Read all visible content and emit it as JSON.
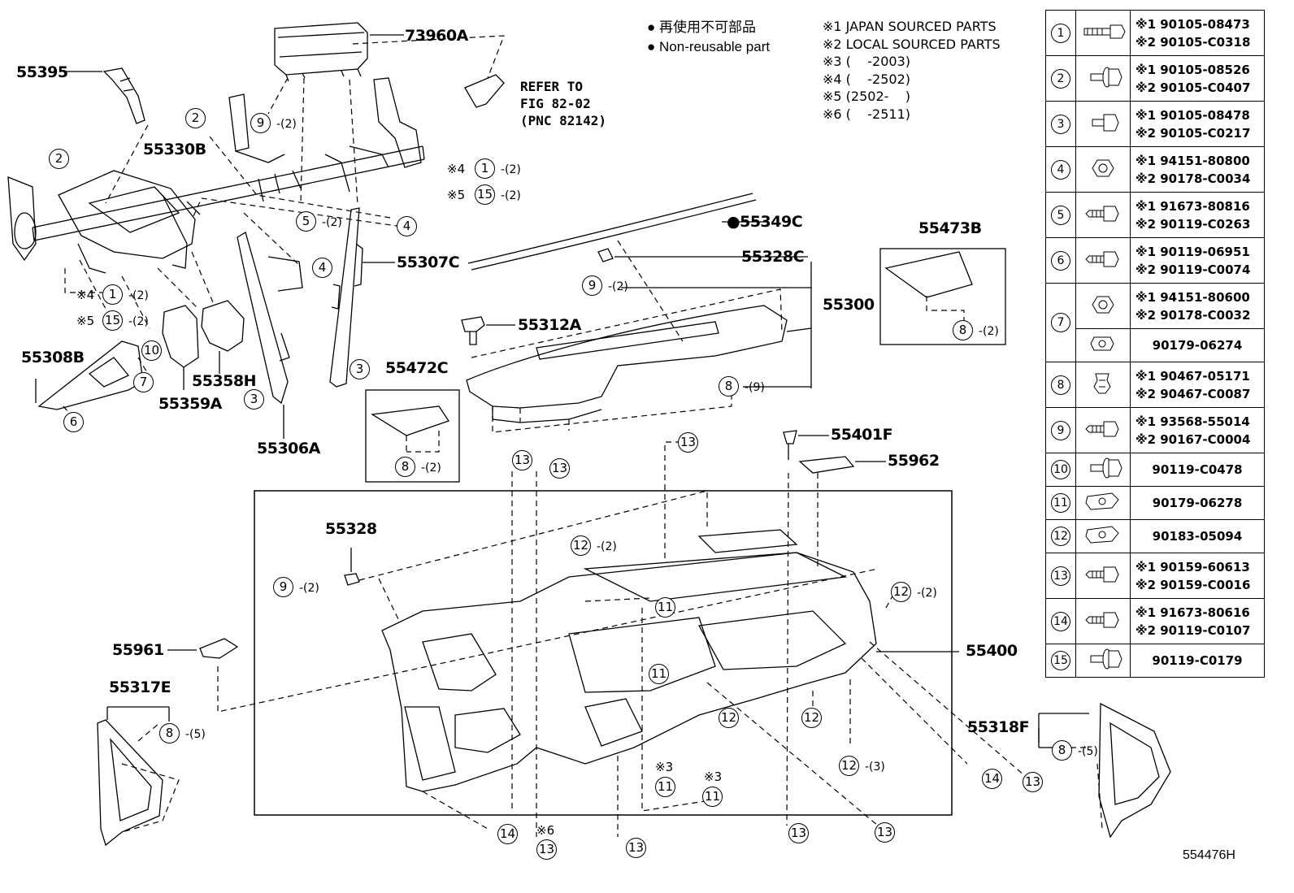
{
  "legend": {
    "non_reusable_jp": "再使用不可部品",
    "non_reusable_en": "Non-reusable part"
  },
  "source_notes": [
    "※1 JAPAN SOURCED PARTS",
    "※2 LOCAL SOURCED PARTS",
    "※3 (    -2003)",
    "※4 (    -2502)",
    "※5 (2502-    )",
    "※6 (    -2511)"
  ],
  "refer_note": {
    "line1": "REFER TO",
    "line2": "FIG 82-02",
    "line3": "(PNC 82142)"
  },
  "figure_id": "554476H",
  "part_labels": {
    "p73960A": "73960A",
    "p55395": "55395",
    "p55330B": "55330B",
    "p55349C": "55349C",
    "p55328C": "55328C",
    "p55307C": "55307C",
    "p55300": "55300",
    "p55473B": "55473B",
    "p55312A": "55312A",
    "p55472C": "55472C",
    "p55308B": "55308B",
    "p55358H": "55358H",
    "p55359A": "55359A",
    "p55306A": "55306A",
    "p55401F": "55401F",
    "p55962": "55962",
    "p55328": "55328",
    "p55400": "55400",
    "p55961": "55961",
    "p55317E": "55317E",
    "p55318F": "55318F"
  },
  "callout_values": {
    "n1": "1",
    "n2": "2",
    "n3": "3",
    "n4": "4",
    "n5": "5",
    "n6": "6",
    "n7": "7",
    "n8": "8",
    "n9": "9",
    "n10": "10",
    "n11": "11",
    "n12": "12",
    "n13": "13",
    "n14": "14",
    "n15": "15"
  },
  "qty": {
    "q2": "-(2)",
    "q3": "-(3)",
    "q5": "-(5)",
    "q9": "-(9)"
  },
  "marks": {
    "m3": "※3",
    "m4": "※4",
    "m5": "※5",
    "m6": "※6"
  },
  "parts_table": [
    {
      "ref": "1",
      "icon": "long-bolt-icon",
      "lines": [
        "※1 90105-08473",
        "※2 90105-C0318"
      ]
    },
    {
      "ref": "2",
      "icon": "flange-bolt-icon",
      "lines": [
        "※1 90105-08526",
        "※2 90105-C0407"
      ]
    },
    {
      "ref": "3",
      "icon": "bolt-icon",
      "lines": [
        "※1 90105-08478",
        "※2 90105-C0217"
      ]
    },
    {
      "ref": "4",
      "icon": "nut-icon",
      "lines": [
        "※1 94151-80800",
        "※2 90178-C0034"
      ]
    },
    {
      "ref": "5",
      "icon": "screw-icon",
      "lines": [
        "※1 91673-80816",
        "※2 90119-C0263"
      ]
    },
    {
      "ref": "6",
      "icon": "screw-icon",
      "lines": [
        "※1 90119-06951",
        "※2 90119-C0074"
      ]
    },
    {
      "ref": "7",
      "icon": "nut-icon",
      "lines": [
        "※1 94151-80600",
        "※2 90178-C0032"
      ],
      "extra": {
        "icon": "clip-nut-icon",
        "line": "90179-06274"
      }
    },
    {
      "ref": "8",
      "icon": "clip-icon",
      "lines": [
        "※1 90467-05171",
        "※2 90467-C0087"
      ]
    },
    {
      "ref": "9",
      "icon": "screw-icon",
      "lines": [
        "※1 93568-55014",
        "※2 90167-C0004"
      ]
    },
    {
      "ref": "10",
      "icon": "flange-bolt-icon",
      "lines": [
        "90119-C0478"
      ]
    },
    {
      "ref": "11",
      "icon": "speed-nut-icon",
      "lines": [
        "90179-06278"
      ]
    },
    {
      "ref": "12",
      "icon": "speed-nut-icon",
      "lines": [
        "90183-05094"
      ]
    },
    {
      "ref": "13",
      "icon": "screw-icon",
      "lines": [
        "※1 90159-60613",
        "※2 90159-C0016"
      ]
    },
    {
      "ref": "14",
      "icon": "screw-icon",
      "lines": [
        "※1 91673-80616",
        "※2 90119-C0107"
      ]
    },
    {
      "ref": "15",
      "icon": "flange-bolt-icon",
      "lines": [
        "90119-C0179"
      ]
    }
  ]
}
